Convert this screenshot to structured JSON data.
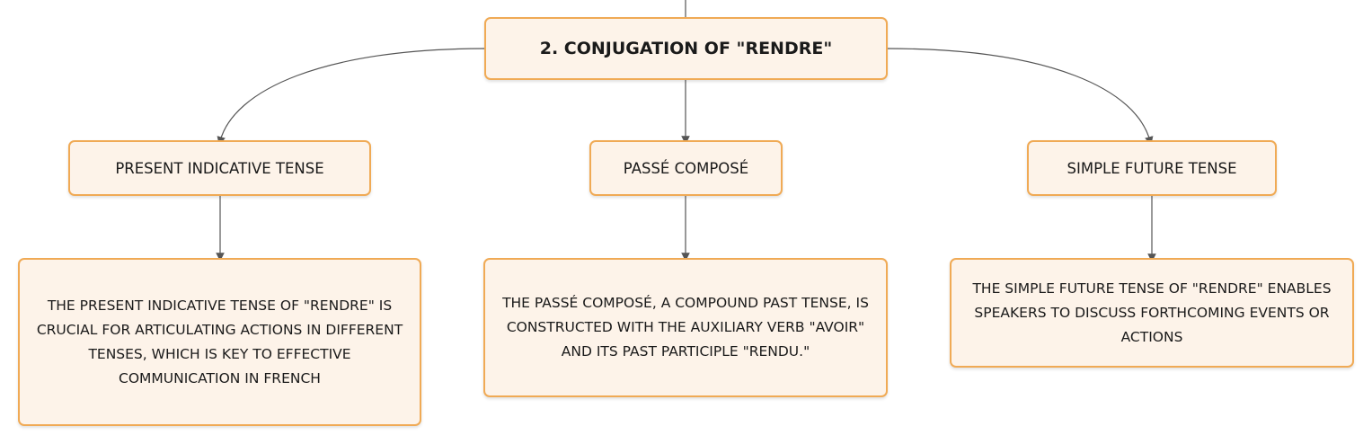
{
  "root": {
    "label": "2. CONJUGATION OF \"RENDRE\""
  },
  "branches": [
    {
      "label": "PRESENT INDICATIVE TENSE",
      "detail": "THE PRESENT INDICATIVE TENSE OF \"RENDRE\" IS CRUCIAL FOR ARTICULATING ACTIONS IN DIFFERENT TENSES, WHICH IS KEY TO EFFECTIVE COMMUNICATION IN FRENCH"
    },
    {
      "label": "PASSÉ COMPOSÉ",
      "detail": "THE PASSÉ COMPOSÉ, A COMPOUND PAST TENSE, IS CONSTRUCTED WITH THE AUXILIARY VERB \"AVOIR\" AND ITS PAST PARTICIPLE \"RENDU.\""
    },
    {
      "label": "SIMPLE FUTURE TENSE",
      "detail": "THE SIMPLE FUTURE TENSE OF \"RENDRE\" ENABLES SPEAKERS TO DISCUSS FORTHCOMING EVENTS OR ACTIONS"
    }
  ],
  "colors": {
    "node_fill": "#fdf3e9",
    "node_border": "#f0aa55",
    "connector": "#555555"
  }
}
